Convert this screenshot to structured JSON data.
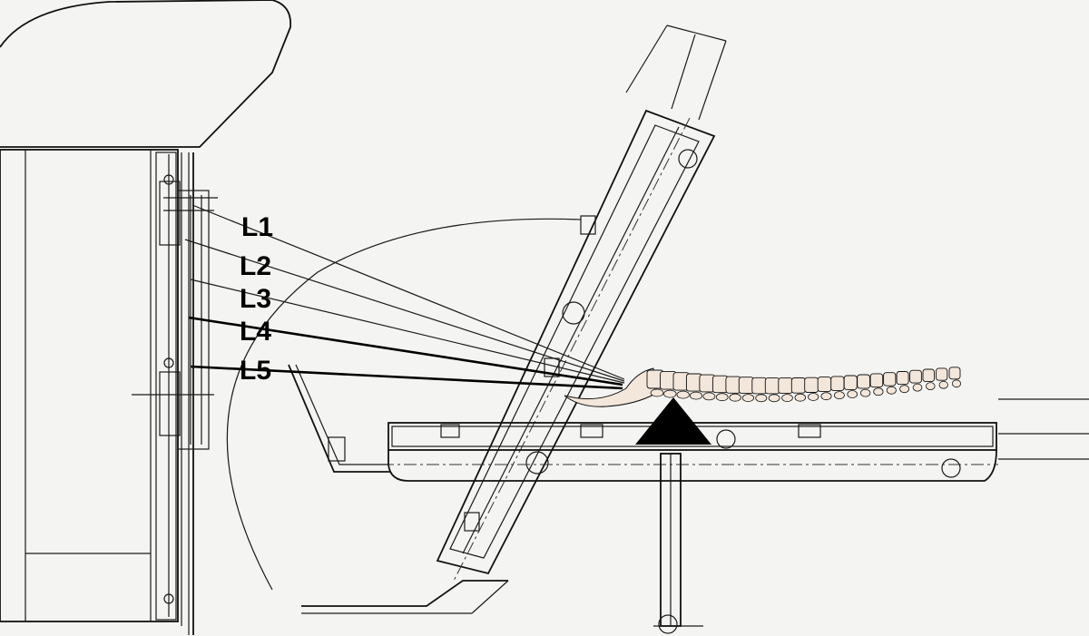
{
  "labels": [
    {
      "id": "L1",
      "text": "L1"
    },
    {
      "id": "L2",
      "text": "L2"
    },
    {
      "id": "L3",
      "text": "L3"
    },
    {
      "id": "L4",
      "text": "L4"
    },
    {
      "id": "L5",
      "text": "L5"
    }
  ],
  "colors": {
    "background": "#f4f4f2",
    "ink": "#111111",
    "bone": "#f3e6da",
    "fulcrum": "#000000"
  },
  "icons": {
    "fulcrum": "fulcrum-triangle-icon",
    "spine": "spine-icon"
  }
}
